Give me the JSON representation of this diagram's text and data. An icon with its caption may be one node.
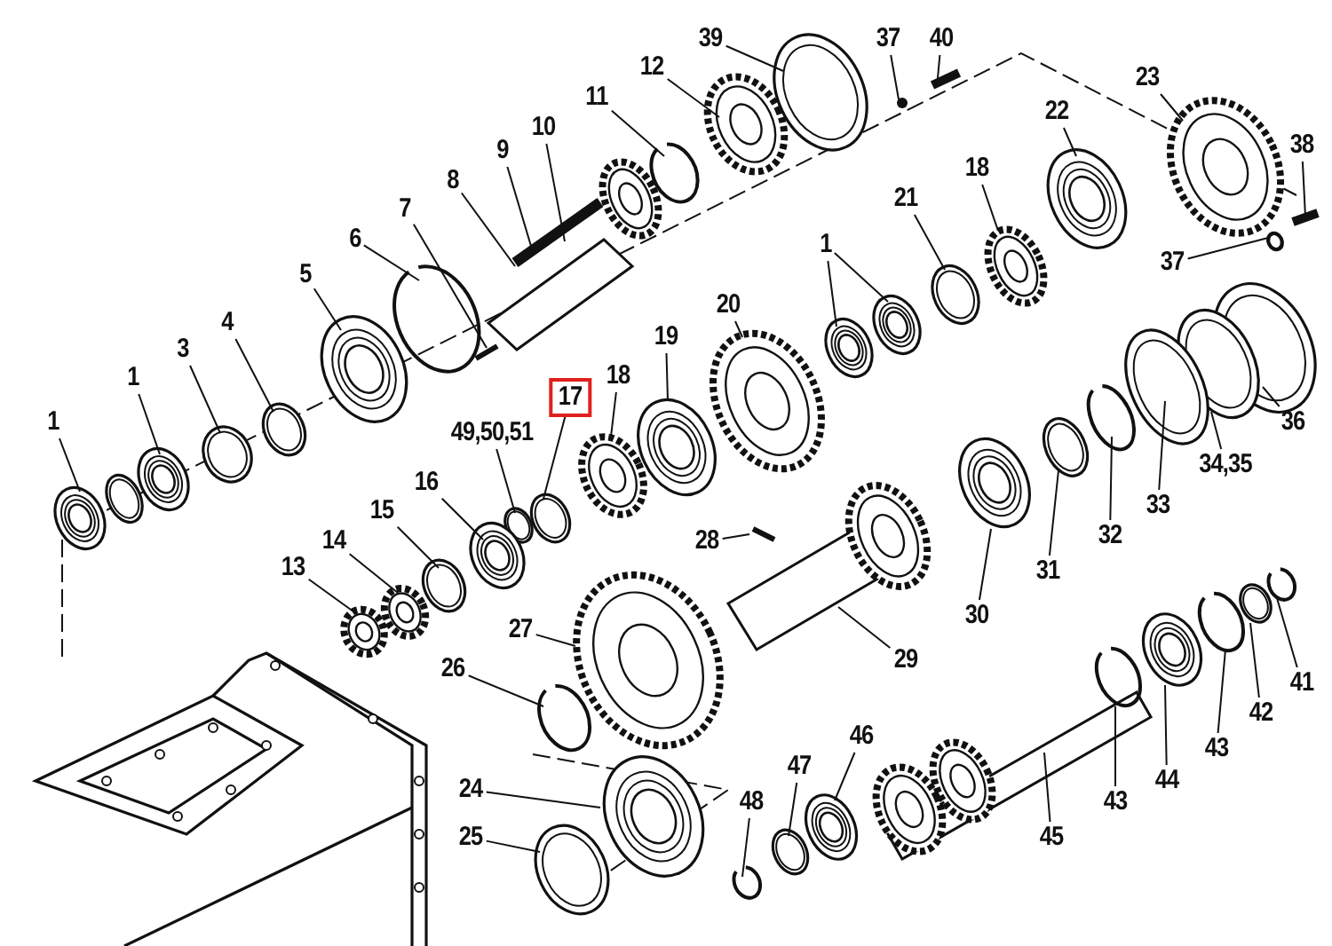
{
  "diagram": {
    "nodes": [
      {
        "text": [
          "39"
        ]
      },
      {
        "text": [
          "37"
        ]
      },
      {
        "text": [
          "40"
        ]
      },
      {
        "text": [
          "12"
        ]
      },
      {
        "text": [
          "23"
        ]
      },
      {
        "text": [
          "11"
        ]
      },
      {
        "text": [
          "22"
        ]
      },
      {
        "text": [
          "10"
        ]
      },
      {
        "text": [
          "38"
        ]
      },
      {
        "text": [
          "9"
        ]
      },
      {
        "text": [
          "18"
        ]
      },
      {
        "text": [
          "8"
        ]
      },
      {
        "text": [
          "21"
        ]
      },
      {
        "text": [
          "7"
        ]
      },
      {
        "text": [
          "6"
        ]
      },
      {
        "text": [
          "1"
        ]
      },
      {
        "text": [
          "37"
        ]
      },
      {
        "text": [
          "5"
        ]
      },
      {
        "text": [
          "20"
        ]
      },
      {
        "text": [
          "4"
        ]
      },
      {
        "text": [
          "19"
        ]
      },
      {
        "text": [
          "3"
        ]
      },
      {
        "text": [
          "18"
        ]
      },
      {
        "text": [
          "1"
        ]
      },
      {
        "text": [],
        "shape": "box"
      },
      {
        "text": [
          "17"
        ],
        "in": 24
      },
      {
        "text": [
          "36"
        ]
      },
      {
        "text": [
          "1"
        ]
      },
      {
        "text": [
          "49,50,51"
        ]
      },
      {
        "text": [
          "34,35"
        ]
      },
      {
        "text": [
          "16"
        ]
      },
      {
        "text": [
          "33"
        ]
      },
      {
        "text": [
          "15"
        ]
      },
      {
        "text": [
          "32"
        ]
      },
      {
        "text": [
          "28"
        ]
      },
      {
        "text": [
          "14"
        ]
      },
      {
        "text": [
          "31"
        ]
      },
      {
        "text": [
          "13"
        ]
      },
      {
        "text": [
          "30"
        ]
      },
      {
        "text": [
          "27"
        ]
      },
      {
        "text": [
          "29"
        ]
      },
      {
        "text": [
          "26"
        ]
      },
      {
        "text": [
          "41"
        ]
      },
      {
        "text": [
          "42"
        ]
      },
      {
        "text": [
          "46"
        ]
      },
      {
        "text": [
          "43"
        ]
      },
      {
        "text": [
          "47"
        ]
      },
      {
        "text": [
          "44"
        ]
      },
      {
        "text": [
          "24"
        ]
      },
      {
        "text": [
          "48"
        ]
      },
      {
        "text": [
          "43"
        ]
      },
      {
        "text": [
          "45"
        ]
      },
      {
        "text": [
          "25"
        ]
      },
      {
        "text": [],
        "shape": "picture"
      },
      {
        "text": [],
        "shape": "picture"
      },
      {
        "text": [],
        "shape": "picture"
      },
      {
        "text": [],
        "shape": "picture"
      },
      {
        "text": [],
        "shape": "picture"
      },
      {
        "text": [],
        "shape": "picture"
      },
      {
        "text": [],
        "shape": "picture"
      },
      {
        "text": [],
        "shape": "picture"
      },
      {
        "text": [],
        "shape": "picture"
      },
      {
        "text": [],
        "shape": "picture"
      },
      {
        "text": [],
        "shape": "picture"
      },
      {
        "text": [],
        "shape": "picture"
      },
      {
        "text": [],
        "shape": "circle"
      },
      {
        "text": [],
        "shape": "picture"
      },
      {
        "text": [],
        "shape": "picture"
      },
      {
        "text": [],
        "shape": "picture"
      },
      {
        "text": [],
        "shape": "picture"
      },
      {
        "text": [],
        "shape": "picture"
      },
      {
        "text": [],
        "shape": "picture"
      },
      {
        "text": [],
        "shape": "picture"
      },
      {
        "text": [],
        "shape": "picture"
      },
      {
        "text": [],
        "shape": "picture"
      },
      {
        "text": [],
        "shape": "picture"
      },
      {
        "text": [],
        "shape": "picture"
      },
      {
        "text": [],
        "shape": "picture"
      },
      {
        "text": [],
        "shape": "picture"
      },
      {
        "text": [],
        "shape": "picture"
      },
      {
        "text": [],
        "shape": "picture"
      },
      {
        "text": [],
        "shape": "picture"
      },
      {
        "text": [],
        "shape": "picture"
      },
      {
        "text": [],
        "shape": "picture"
      },
      {
        "text": [],
        "shape": "picture"
      },
      {
        "text": [],
        "shape": "picture"
      },
      {
        "text": [],
        "shape": "picture"
      },
      {
        "text": [],
        "shape": "picture"
      },
      {
        "text": [],
        "shape": "picture"
      },
      {
        "text": [],
        "shape": "picture"
      },
      {
        "text": [],
        "shape": "picture"
      },
      {
        "text": [],
        "shape": "picture"
      },
      {
        "text": [],
        "shape": "picture"
      },
      {
        "text": [],
        "shape": "picture"
      },
      {
        "text": [],
        "shape": "picture"
      },
      {
        "text": [],
        "shape": "picture"
      },
      {
        "text": [],
        "shape": "picture"
      },
      {
        "text": [],
        "shape": "picture"
      },
      {
        "text": [],
        "shape": "picture"
      },
      {
        "text": [],
        "shape": "picture"
      },
      {
        "text": [],
        "shape": "picture"
      },
      {
        "text": [],
        "shape": "picture"
      },
      {
        "text": [],
        "shape": "picture"
      },
      {
        "text": [],
        "shape": "picture"
      },
      {
        "text": [],
        "shape": "picture"
      }
    ],
    "edges": [
      {
        "from": 0,
        "to": 64,
        "arrow": "none"
      },
      {
        "from": 1,
        "to": 65,
        "arrow": "none"
      },
      {
        "from": 2,
        "to": 66,
        "arrow": "none"
      },
      {
        "from": 3,
        "to": 63,
        "arrow": "none"
      },
      {
        "from": 4,
        "to": 77,
        "arrow": "none"
      },
      {
        "from": 5,
        "to": 62,
        "arrow": "none"
      },
      {
        "from": 6,
        "to": 76,
        "arrow": "none"
      },
      {
        "from": 7,
        "to": 60,
        "arrow": "none"
      },
      {
        "from": 8,
        "to": 78,
        "arrow": "none"
      },
      {
        "from": 9,
        "to": 60,
        "arrow": "none"
      },
      {
        "from": 10,
        "to": 75,
        "arrow": "none"
      },
      {
        "from": 11,
        "to": 60,
        "arrow": "none"
      },
      {
        "from": 12,
        "to": 74,
        "arrow": "none"
      },
      {
        "from": 13,
        "to": 61,
        "arrow": "none"
      },
      {
        "from": 14,
        "to": 59,
        "arrow": "none"
      },
      {
        "from": 15,
        "to": 72,
        "arrow": "none"
      },
      {
        "from": 15,
        "to": 73,
        "arrow": "none"
      },
      {
        "from": 16,
        "to": 79,
        "arrow": "none"
      },
      {
        "from": 17,
        "to": 58,
        "arrow": "none"
      },
      {
        "from": 18,
        "to": 71,
        "arrow": "none"
      },
      {
        "from": 19,
        "to": 57,
        "arrow": "none"
      },
      {
        "from": 20,
        "to": 70,
        "arrow": "none"
      },
      {
        "from": 21,
        "to": 56,
        "arrow": "none"
      },
      {
        "from": 22,
        "to": 69,
        "arrow": "none"
      },
      {
        "from": 23,
        "to": 55,
        "arrow": "none"
      },
      {
        "from": 25,
        "to": 68,
        "arrow": "none"
      },
      {
        "from": 26,
        "to": 80,
        "arrow": "none"
      },
      {
        "from": 27,
        "to": 53,
        "arrow": "none"
      },
      {
        "from": 28,
        "to": 67,
        "arrow": "none"
      },
      {
        "from": 29,
        "to": 81,
        "arrow": "none"
      },
      {
        "from": 30,
        "to": 91,
        "arrow": "none"
      },
      {
        "from": 31,
        "to": 82,
        "arrow": "none"
      },
      {
        "from": 32,
        "to": 90,
        "arrow": "none"
      },
      {
        "from": 33,
        "to": 83,
        "arrow": "none"
      },
      {
        "from": 34,
        "to": 87,
        "arrow": "none"
      },
      {
        "from": 35,
        "to": 89,
        "arrow": "none"
      },
      {
        "from": 36,
        "to": 84,
        "arrow": "none"
      },
      {
        "from": 37,
        "to": 88,
        "arrow": "none"
      },
      {
        "from": 38,
        "to": 85,
        "arrow": "none"
      },
      {
        "from": 39,
        "to": 92,
        "arrow": "none"
      },
      {
        "from": 40,
        "to": 86,
        "arrow": "none"
      },
      {
        "from": 41,
        "to": 93,
        "arrow": "none"
      },
      {
        "from": 42,
        "to": 101,
        "arrow": "none"
      },
      {
        "from": 43,
        "to": 100,
        "arrow": "none"
      },
      {
        "from": 44,
        "to": 102,
        "arrow": "none"
      },
      {
        "from": 45,
        "to": 99,
        "arrow": "none"
      },
      {
        "from": 46,
        "to": 103,
        "arrow": "none"
      },
      {
        "from": 47,
        "to": 98,
        "arrow": "none"
      },
      {
        "from": 48,
        "to": 94,
        "arrow": "none"
      },
      {
        "from": 49,
        "to": 104,
        "arrow": "none"
      },
      {
        "from": 50,
        "to": 97,
        "arrow": "none"
      },
      {
        "from": 51,
        "to": 96,
        "arrow": "none"
      },
      {
        "from": 52,
        "to": 95,
        "arrow": "none"
      }
    ]
  }
}
